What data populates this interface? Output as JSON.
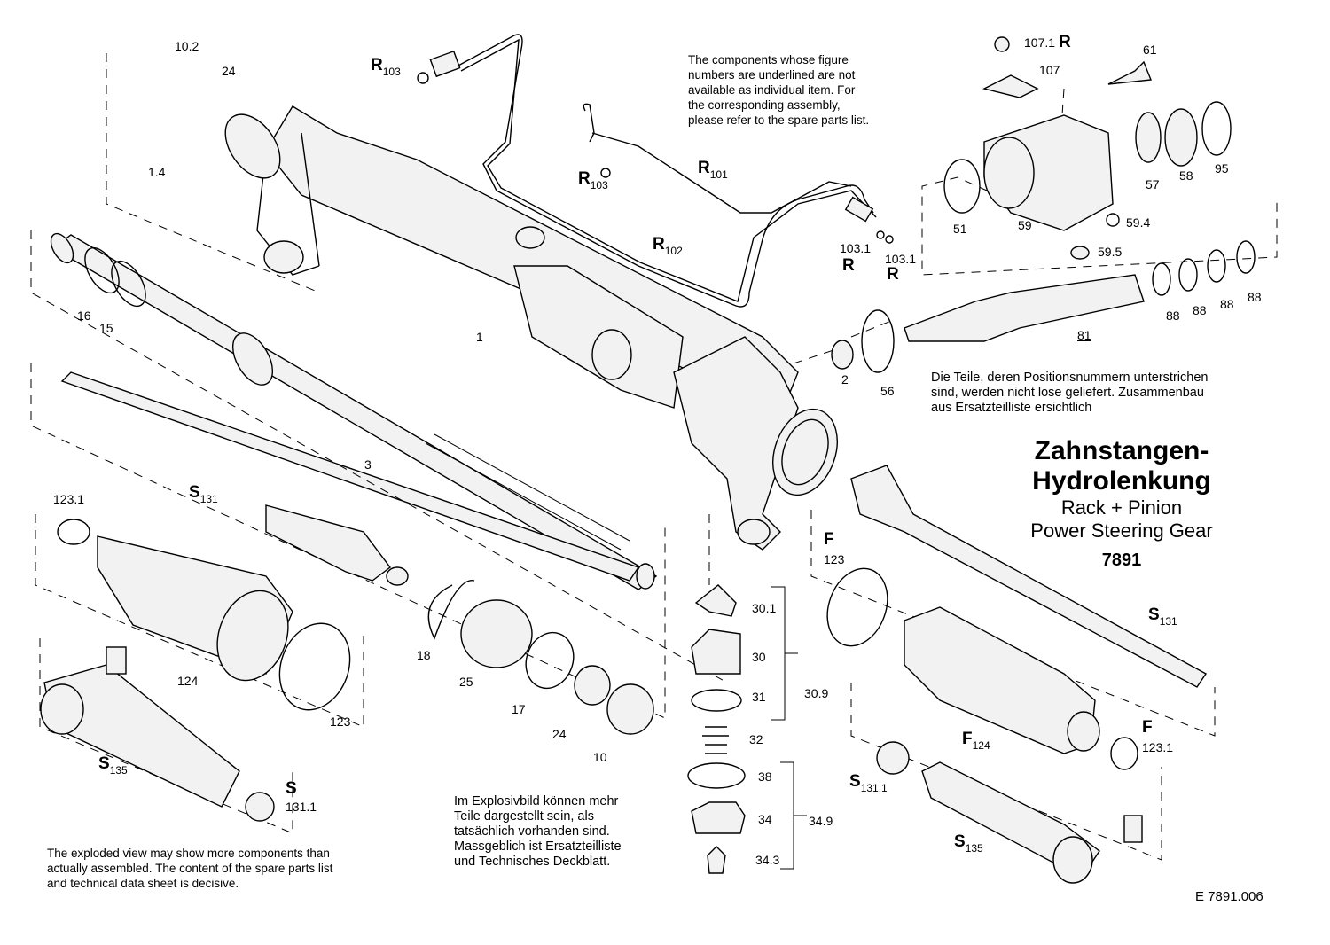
{
  "notes": {
    "en_top": [
      "The components whose figure",
      "numbers are underlined are not",
      "available as individual item. For",
      "the corresponding assembly,",
      "please refer to the spare parts list."
    ],
    "de_mid": [
      "Die Teile, deren Positionsnummern unterstrichen",
      "sind, werden nicht lose geliefert. Zusammenbau",
      "aus Ersatzteilliste ersichtlich"
    ],
    "de_bottom": [
      "Im Explosivbild können mehr",
      "Teile dargestellt sein, als",
      "tatsächlich vorhanden sind.",
      "Massgeblich ist Ersatzteilliste",
      "und Technisches Deckblatt."
    ],
    "en_bottom": [
      "The exploded view may show more  components than",
      "actually assembled. The content of the spare parts list",
      "and  technical data sheet is decisive."
    ]
  },
  "title": {
    "line1": "Zahnstangen-",
    "line2": "Hydrolenkung",
    "line3": "Rack + Pinion",
    "line4": "Power Steering Gear",
    "number": "7891"
  },
  "doc_number": "E  7891.006",
  "labels": {
    "p10_2": "10.2",
    "p24a": "24",
    "p1_4": "1.4",
    "p16": "16",
    "p15": "15",
    "p1": "1",
    "p3": "3",
    "r103a_letter": "R",
    "r103a_num": "103",
    "r103b_letter": "R",
    "r103b_num": "103",
    "r101_letter": "R",
    "r101_num": "101",
    "r102_letter": "R",
    "r102_num": "102",
    "p103_1a": "103.1",
    "r_a": "R",
    "p103_1b": "103.1",
    "r_b": "R",
    "p107_1": "107.1",
    "r107": "R",
    "p107": "107",
    "p61": "61",
    "p51": "51",
    "p59": "59",
    "p59_4": "59.4",
    "p59_5": "59.5",
    "p57": "57",
    "p58": "58",
    "p95": "95",
    "p88a": "88",
    "p88b": "88",
    "p88c": "88",
    "p88d": "88",
    "p81": "81",
    "p2": "2",
    "p56": "56",
    "s131a_letter": "S",
    "s131a_num": "131",
    "p123_1a": "123.1",
    "p124": "124",
    "p123a": "123",
    "p18": "18",
    "p25": "25",
    "p17": "17",
    "p24b": "24",
    "p10": "10",
    "s135a_letter": "S",
    "s135a_num": "135",
    "s131_1a_letter": "S",
    "s131_1a_num": "131.1",
    "p30_1": "30.1",
    "p30": "30",
    "p31": "31",
    "p30_9": "30.9",
    "p32": "32",
    "p38": "38",
    "p34": "34",
    "p34_9": "34.9",
    "p34_3": "34.3",
    "f123_letter": "F",
    "f123_num": "123",
    "s131b_letter": "S",
    "s131b_num": "131",
    "f124_letter": "F",
    "f124_num": "124",
    "f123_1_letter": "F",
    "f123_1_num": "123.1",
    "s131_1b_letter": "S",
    "s131_1b_num": "131.1",
    "s135b_letter": "S",
    "s135b_num": "135"
  }
}
